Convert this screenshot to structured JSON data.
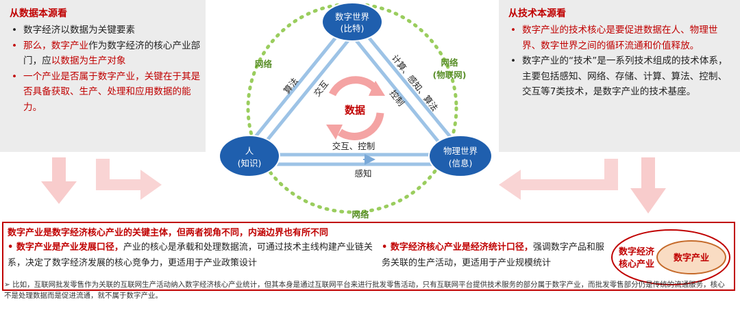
{
  "left_panel": {
    "title": "从数据本源看",
    "items": [
      {
        "text": "数字经济以数据为关键要素"
      },
      {
        "p1": "那么，",
        "p2": "数字产业",
        "p3": "作为数字经济的核心产业部门，应",
        "p4": "以数据为生产对象"
      },
      {
        "text": "一个产业是否属于数字产业，关键在于其是否具备获取、生产、处理和应用数据的能力。"
      }
    ]
  },
  "right_panel": {
    "title": "从技术本源看",
    "items": [
      {
        "text": "数字产业的技术核心是要促进数据在人、物理世界、数字世界之间的循环流通和价值释放。"
      },
      {
        "text": "数字产业的“技术”是一系列技术组成的技术体系，主要包括感知、网络、存储、计算、算法、控制、交互等7类技术，是数字产业的技术基座。"
      }
    ]
  },
  "diagram": {
    "nodes": {
      "digital": {
        "line1": "数字世界",
        "line2": "(比特)"
      },
      "human": {
        "line1": "人",
        "line2": "(知识)"
      },
      "physical": {
        "line1": "物理世界",
        "line2": "(信息)"
      }
    },
    "center": "数据",
    "edges": {
      "left_outer": "算法",
      "left_inner": "交互",
      "right_outer": "计算、感知、算法",
      "right_inner": "控制",
      "bottom_top": "交互、控制",
      "bottom_bottom": "感知"
    },
    "network": {
      "left": "网络",
      "right_line1": "网络",
      "right_line2": "(物联网)",
      "bottom": "网络"
    }
  },
  "summary": {
    "title": "数字产业是数字经济核心产业的关键主体，但两者视角不同，内涵边界也有所不同",
    "left_bold": "数字产业是产业发展口径，",
    "left_text": "产业的核心是承载和处理数据流，可通过技术主线构建产业链关系，决定了数字经济发展的核心竞争力，更适用于产业政策设计",
    "right_bold": "数字经济核心产业是经济统计口径，",
    "right_text": "强调数字产品和服务关联的生产活动，更适用于产业规模统计",
    "venn_outer_line1": "数字经济",
    "venn_outer_line2": "核心产业",
    "venn_inner": "数字产业"
  },
  "footnote": "比如，互联网批发零售作为关联的互联网生产活动纳入数字经济核心产业统计，但其本身是通过互联网平台来进行批发零售活动，只有互联网平台提供技术服务的部分属于数字产业，而批发零售部分仍是传统的流通服务，核心不是处理数据而是促进流通，就不属于数字产业。",
  "colors": {
    "accent_red": "#c00000",
    "node_blue": "#1f5fae",
    "edge_blue": "#9dc3e6",
    "network_green": "#9acd5e",
    "arrow_pink": "#f6c6c6"
  }
}
